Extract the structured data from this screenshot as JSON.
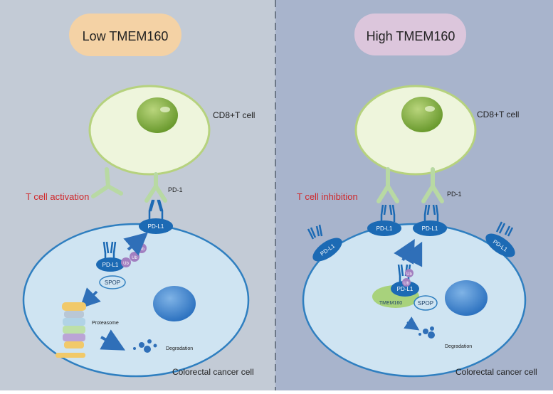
{
  "left": {
    "title": "Low TMEM160",
    "cell_label": "CD8+T cell",
    "status": "T cell activation",
    "pd1": "PD-1",
    "pdl1_surface": "PD-L1",
    "pdl1_internal": "PD-L1",
    "spop": "SPOP",
    "ub": [
      "Ub",
      "Ub",
      "Ub"
    ],
    "proteasome": "Proteasome",
    "degradation": "Degradation",
    "cancer_label": "Colorectal cancer cell"
  },
  "right": {
    "title": "High TMEM160",
    "cell_label": "CD8+T cell",
    "status": "T cell inhibition",
    "pd1": "PD-1",
    "pdl1_labels": [
      "PD-L1",
      "PD-L1",
      "PD-L1",
      "PD-L1"
    ],
    "pdl1_internal": "PD-L1",
    "tmem160": "TMEM160",
    "spop": "SPOP",
    "ub": [
      "Ub",
      "Ub"
    ],
    "degradation": "Degradation",
    "cancer_label": "Colorectal cancer cell"
  },
  "colors": {
    "left_bg": "#c3cbd6",
    "right_bg": "#a8b4cc",
    "low_pill": "#f4d2a5",
    "high_pill": "#dcc6dc",
    "tcell_fill": "#eef5dc",
    "tcell_stroke": "#b6d27e",
    "nucleus_green": "#7da43c",
    "cancer_fill": "#cfe4f2",
    "cancer_stroke": "#2f7fc0",
    "pdl1_blue": "#1c6ab4",
    "status_red": "#d0282b",
    "ub_purple": "#a27fc0",
    "tmem_green": "#a8d27c"
  }
}
